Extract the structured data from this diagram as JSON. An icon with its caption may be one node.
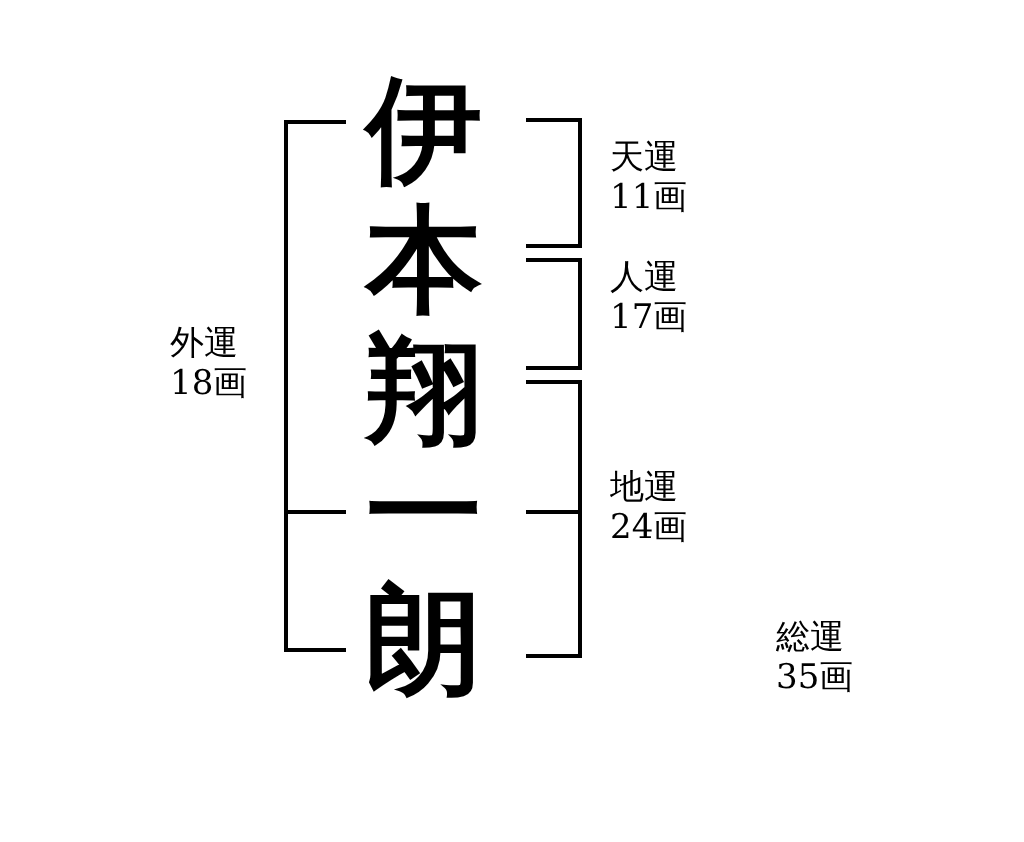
{
  "diagram": {
    "labels": [
      "伊",
      "本",
      "翔",
      "一",
      "朗",
      "外運",
      "18画",
      "天運",
      "11画",
      "人運",
      "17画",
      "地運",
      "24画",
      "総運",
      "35画"
    ]
  }
}
